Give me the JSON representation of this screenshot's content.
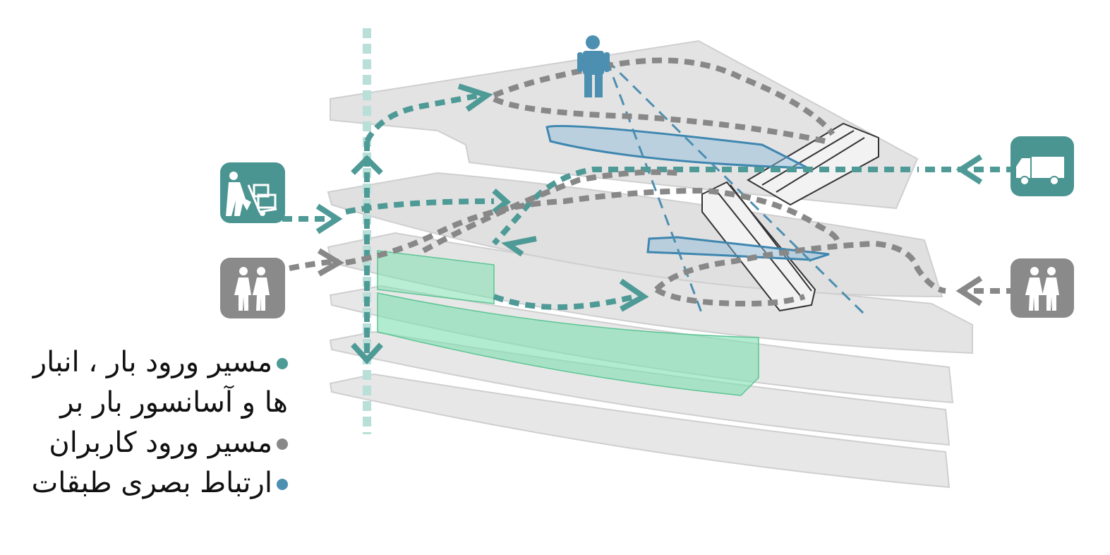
{
  "colors": {
    "freight": "#4e9a96",
    "users": "#888888",
    "visual": "#4d8fb0",
    "storage_volume": "#7fe0b0",
    "slab": "#e6e6e6",
    "slab_edge": "#c9c9c9",
    "icon_teal": "#4a9591",
    "icon_grey": "#8a8a8a"
  },
  "icons": [
    {
      "name": "hand-truck-icon",
      "color": "#4a9591"
    },
    {
      "name": "pedestrians-left-icon",
      "color": "#8a8a8a"
    },
    {
      "name": "delivery-truck-icon",
      "color": "#4a9591"
    },
    {
      "name": "pedestrians-right-icon",
      "color": "#8a8a8a"
    },
    {
      "name": "standing-person-icon",
      "color": "#4d8fb0"
    }
  ],
  "legend": [
    {
      "text": "مسیر ورود بار ، انبار ها و آسانسور بار بر",
      "color": "#4e9a96"
    },
    {
      "text": "مسیر ورود کاربران",
      "color": "#888888"
    },
    {
      "text": "ارتباط بصری طبقات",
      "color": "#4d8fb0"
    }
  ]
}
